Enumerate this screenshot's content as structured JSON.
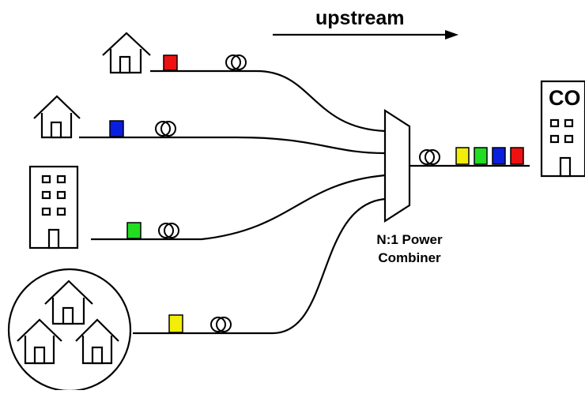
{
  "labels": {
    "direction": "upstream",
    "central_office": "CO",
    "combiner_line1": "N:1 Power",
    "combiner_line2": "Combiner"
  },
  "colors": {
    "red": "#ee1111",
    "blue": "#0a1ee0",
    "green": "#22dd22",
    "yellow": "#f2ee0a"
  },
  "sources": [
    {
      "icon": "house-icon",
      "signal_color": "red"
    },
    {
      "icon": "house-icon",
      "signal_color": "blue"
    },
    {
      "icon": "apartment-building-icon",
      "signal_color": "green"
    },
    {
      "icon": "neighborhood-houses-icon",
      "signal_color": "yellow"
    }
  ],
  "combined_signal_order": [
    "yellow",
    "green",
    "blue",
    "red"
  ]
}
